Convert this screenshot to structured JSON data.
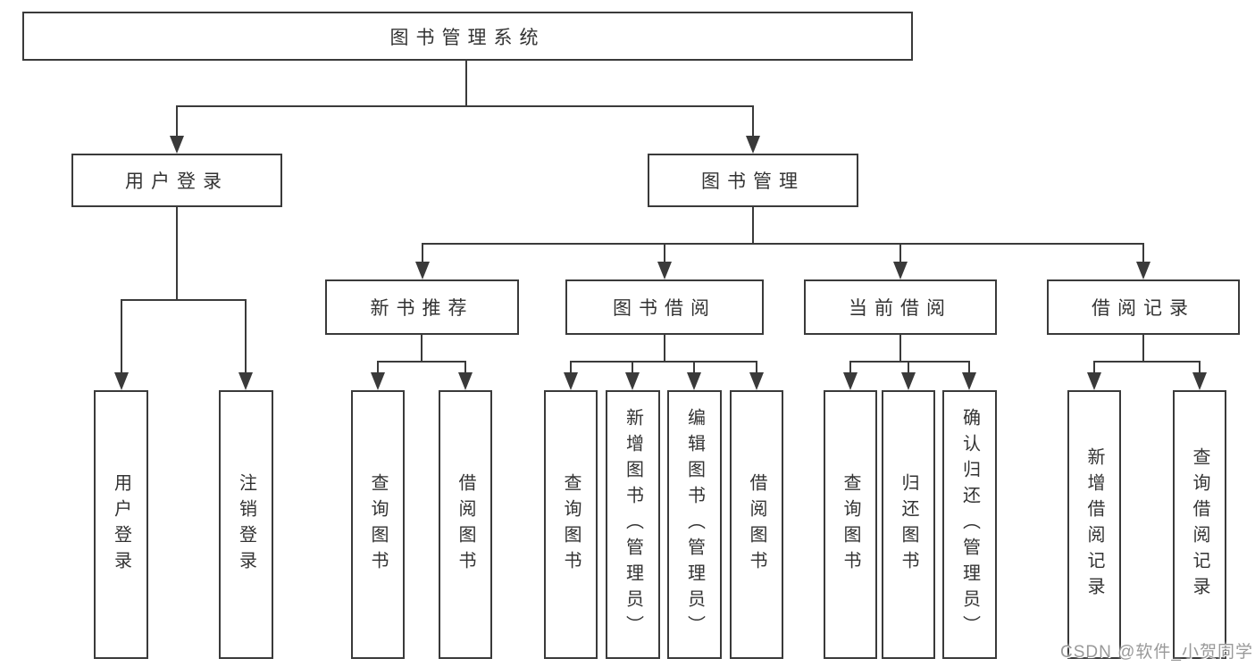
{
  "diagram": {
    "root": {
      "label": "图书管理系统"
    },
    "branches": {
      "user_login": {
        "label": "用户登录",
        "children": {
          "login": "用户登录",
          "logout": "注销登录"
        }
      },
      "book_management": {
        "label": "图书管理",
        "children": {
          "new_book_recommend": {
            "label": "新书推荐",
            "children": {
              "query_books": "查询图书",
              "borrow_books": "借阅图书"
            }
          },
          "book_borrow": {
            "label": "图书借阅",
            "children": {
              "query_books": "查询图书",
              "add_books_admin": "新增图书（管理员）",
              "edit_books_admin": "编辑图书（管理员）",
              "borrow_books": "借阅图书"
            }
          },
          "current_borrow": {
            "label": "当前借阅",
            "children": {
              "query_books": "查询图书",
              "return_books": "归还图书",
              "confirm_return_admin": "确认归还（管理员）"
            }
          },
          "borrow_records": {
            "label": "借阅记录",
            "children": {
              "add_borrow_record": "新增借阅记录",
              "query_borrow_record": "查询借阅记录"
            }
          }
        }
      }
    }
  },
  "watermark": {
    "text": "CSDN @软件_小贺同学"
  },
  "colors": {
    "line": "#3a3a3a",
    "text": "#333333",
    "background": "#ffffff",
    "watermark": "#999999"
  }
}
